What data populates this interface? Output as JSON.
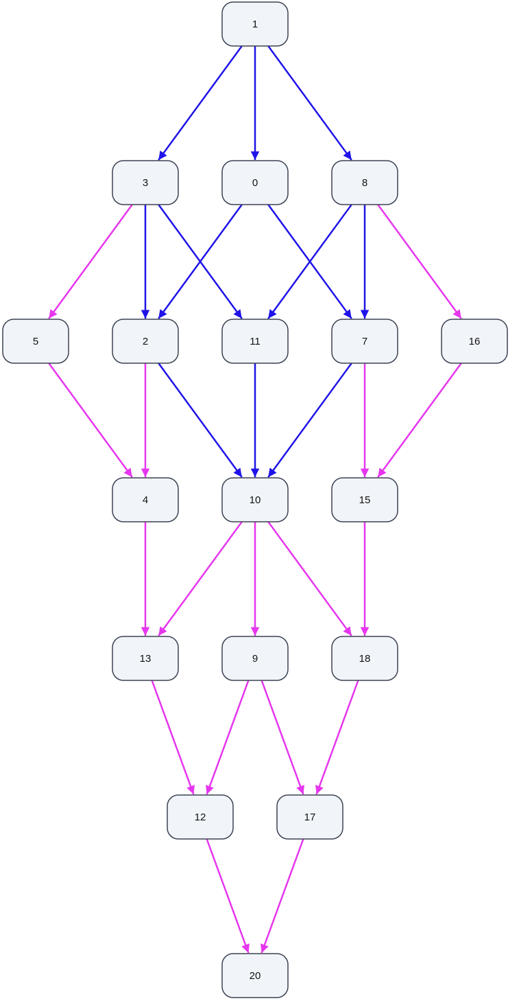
{
  "graph": {
    "edge_colors": {
      "blue": "#1f13e8",
      "magenta": "#e636ee"
    },
    "node_fill": "#f1f5f9",
    "node_stroke": "#3b4252",
    "nodes": [
      {
        "id": "1",
        "label": "1"
      },
      {
        "id": "3",
        "label": "3"
      },
      {
        "id": "0",
        "label": "0"
      },
      {
        "id": "8",
        "label": "8"
      },
      {
        "id": "5",
        "label": "5"
      },
      {
        "id": "2",
        "label": "2"
      },
      {
        "id": "11",
        "label": "11"
      },
      {
        "id": "7",
        "label": "7"
      },
      {
        "id": "16",
        "label": "16"
      },
      {
        "id": "4",
        "label": "4"
      },
      {
        "id": "10",
        "label": "10"
      },
      {
        "id": "15",
        "label": "15"
      },
      {
        "id": "13",
        "label": "13"
      },
      {
        "id": "9",
        "label": "9"
      },
      {
        "id": "18",
        "label": "18"
      },
      {
        "id": "12",
        "label": "12"
      },
      {
        "id": "17",
        "label": "17"
      },
      {
        "id": "20",
        "label": "20"
      }
    ],
    "edges": [
      {
        "from": "1",
        "to": "3",
        "color": "blue"
      },
      {
        "from": "1",
        "to": "0",
        "color": "blue"
      },
      {
        "from": "1",
        "to": "8",
        "color": "blue"
      },
      {
        "from": "3",
        "to": "5",
        "color": "magenta"
      },
      {
        "from": "3",
        "to": "2",
        "color": "blue"
      },
      {
        "from": "3",
        "to": "11",
        "color": "blue"
      },
      {
        "from": "0",
        "to": "2",
        "color": "blue"
      },
      {
        "from": "0",
        "to": "7",
        "color": "blue"
      },
      {
        "from": "8",
        "to": "11",
        "color": "blue"
      },
      {
        "from": "8",
        "to": "7",
        "color": "blue"
      },
      {
        "from": "8",
        "to": "16",
        "color": "magenta"
      },
      {
        "from": "5",
        "to": "4",
        "color": "magenta"
      },
      {
        "from": "2",
        "to": "4",
        "color": "magenta"
      },
      {
        "from": "2",
        "to": "10",
        "color": "blue"
      },
      {
        "from": "11",
        "to": "10",
        "color": "blue"
      },
      {
        "from": "7",
        "to": "10",
        "color": "blue"
      },
      {
        "from": "7",
        "to": "15",
        "color": "magenta"
      },
      {
        "from": "16",
        "to": "15",
        "color": "magenta"
      },
      {
        "from": "4",
        "to": "13",
        "color": "magenta"
      },
      {
        "from": "10",
        "to": "13",
        "color": "magenta"
      },
      {
        "from": "10",
        "to": "9",
        "color": "magenta"
      },
      {
        "from": "10",
        "to": "18",
        "color": "magenta"
      },
      {
        "from": "15",
        "to": "18",
        "color": "magenta"
      },
      {
        "from": "13",
        "to": "12",
        "color": "magenta"
      },
      {
        "from": "9",
        "to": "12",
        "color": "magenta"
      },
      {
        "from": "9",
        "to": "17",
        "color": "magenta"
      },
      {
        "from": "18",
        "to": "17",
        "color": "magenta"
      },
      {
        "from": "12",
        "to": "20",
        "color": "magenta"
      },
      {
        "from": "17",
        "to": "20",
        "color": "magenta"
      }
    ]
  }
}
